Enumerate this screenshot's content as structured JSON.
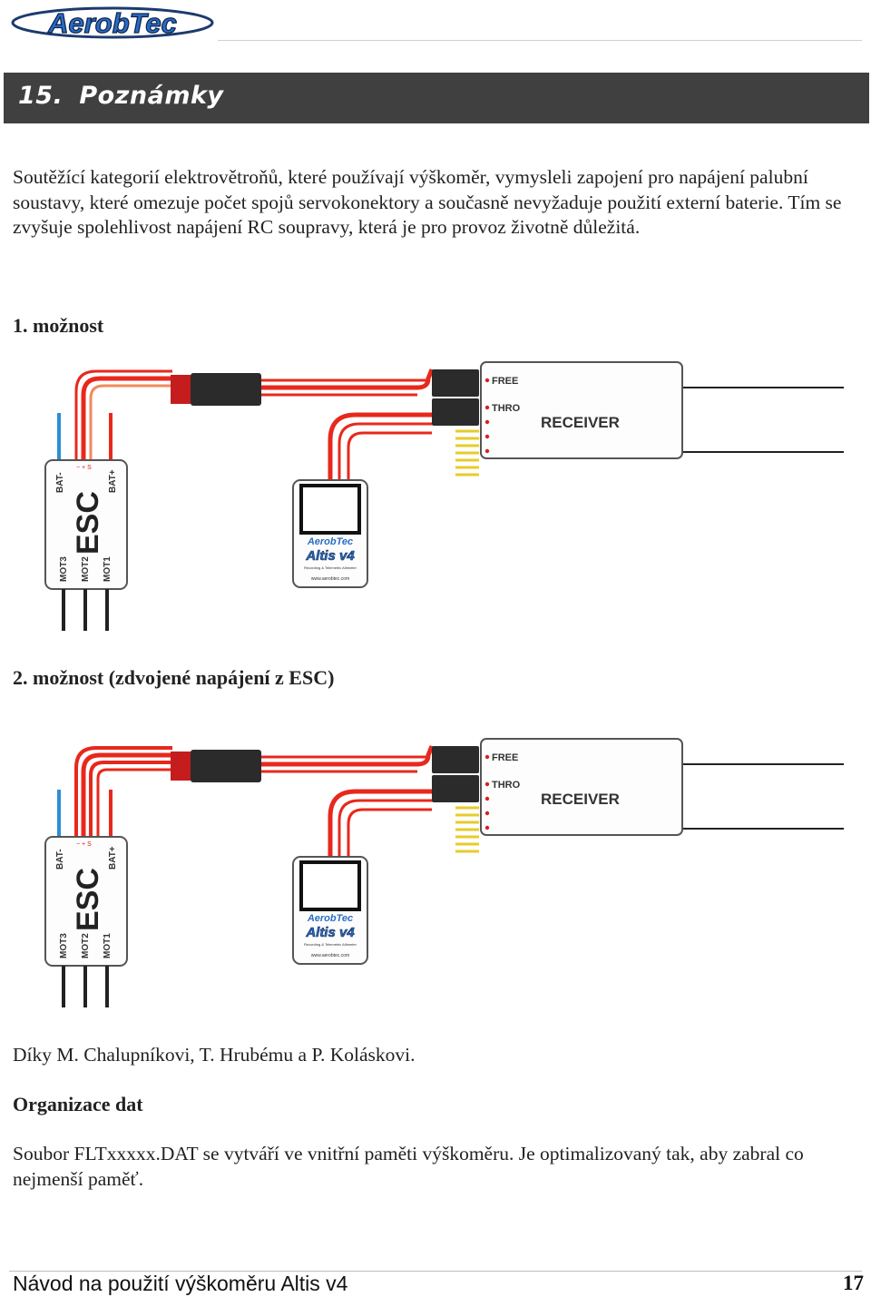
{
  "header": {
    "logo_text": "AerobTec"
  },
  "section": {
    "number": "15.",
    "title": "Poznámky"
  },
  "intro_text": "Soutěžící kategorií elektrovětroňů, které používají výškoměr, vymysleli zapojení pro napájení palubní soustavy, které omezuje počet spojů servokonektory a současně nevyžaduje použití externí baterie. Tím se zvyšuje spolehlivost napájení RC soupravy, která je pro provoz životně důležitá.",
  "option1": {
    "heading": "1. možnost"
  },
  "option2": {
    "heading": "2. možnost (zdvojené napájení z ESC)"
  },
  "diagram_labels": {
    "esc": "ESC",
    "bat_minus": "BAT-",
    "bat_plus": "BAT+",
    "mot3": "MOT3",
    "mot2": "MOT2",
    "mot1": "MOT1",
    "esc_pins": "− + S",
    "receiver": "RECEIVER",
    "free": "FREE",
    "thro": "THRO",
    "altimeter_brand": "AerobTec",
    "altimeter_model": "Altis v4",
    "altimeter_sub": "Recording & Telemetric Altimeter",
    "altimeter_url": "www.aerobtec.com"
  },
  "thanks_text": "Díky M. Chalupníkovi, T. Hrubému a P. Koláskovi.",
  "data_org": {
    "heading": "Organizace dat",
    "text": "Soubor FLTxxxxx.DAT se vytváří ve vnitřní paměti výškoměru. Je optimalizovaný tak, aby zabral co nejmenší paměť."
  },
  "footer": {
    "title": "Návod na použití výškoměru Altis v4",
    "page": "17"
  },
  "colors": {
    "header_bar": "#404040",
    "wire_red": "#e8281c",
    "wire_orange": "#f08a5c",
    "wire_blue": "#2a8fd6",
    "wire_black": "#222222",
    "connector_red": "#c51d1d",
    "pin_yellow": "#e6cc2a"
  }
}
